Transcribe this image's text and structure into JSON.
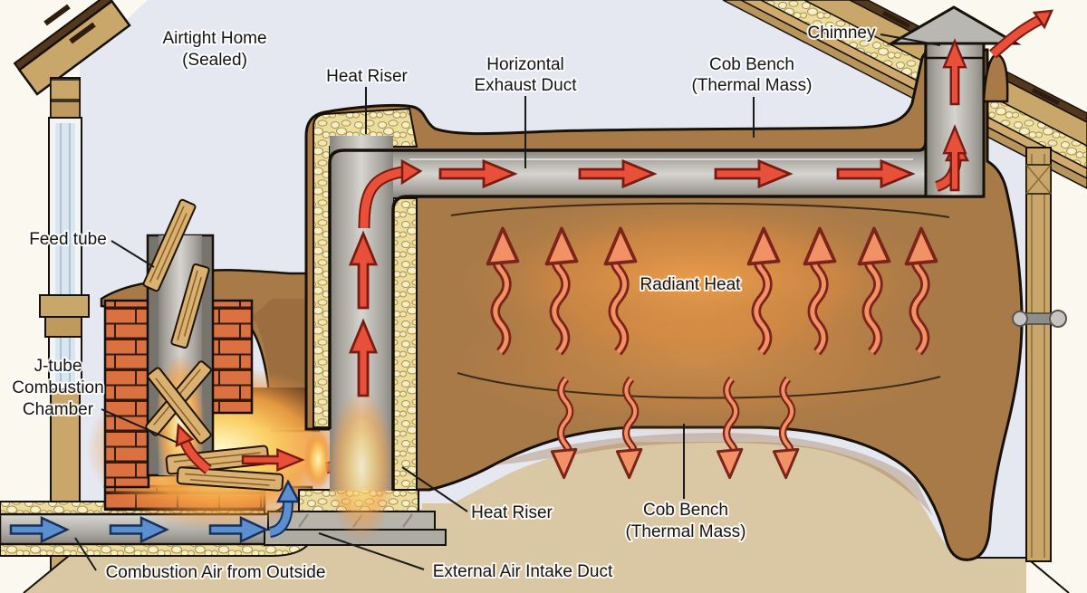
{
  "labels": {
    "airtight_home_1": "Airtight Home",
    "airtight_home_2": "(Sealed)",
    "heat_riser_top": "Heat Riser",
    "horizontal_duct_1": "Horizontal",
    "horizontal_duct_2": "Exhaust Duct",
    "cob_bench_top_1": "Cob Bench",
    "cob_bench_top_2": "(Thermal Mass)",
    "chimney": "Chimney",
    "feed_tube": "Feed tube",
    "jtube_1": "J-tube",
    "jtube_2": "Combustion",
    "jtube_3": "Chamber",
    "radiant_heat": "Radiant Heat",
    "heat_riser_bottom": "Heat Riser",
    "cob_bench_bottom_1": "Cob Bench",
    "cob_bench_bottom_2": "(Thermal Mass)",
    "combustion_air": "Combustion Air from Outside",
    "external_air_duct": "External Air Intake Duct"
  },
  "colors": {
    "exterior_sky": "#fbf8ef",
    "interior_wall": "#e6e8f1",
    "floor": "#dac8a4",
    "cob": "#a87a48",
    "cob_shadow": "#8a5c33",
    "insulation": "#ecdc9e",
    "duct_metal": "#b5b2ac",
    "brick": "#db7040",
    "wood": "#c9a66a",
    "hot_flow_arrow": "#e8503a",
    "cold_flow_arrow": "#5b8fd0",
    "radiant_arrow": "#f29066",
    "fire_glow": "#fbd169",
    "label_text": "#141414"
  }
}
